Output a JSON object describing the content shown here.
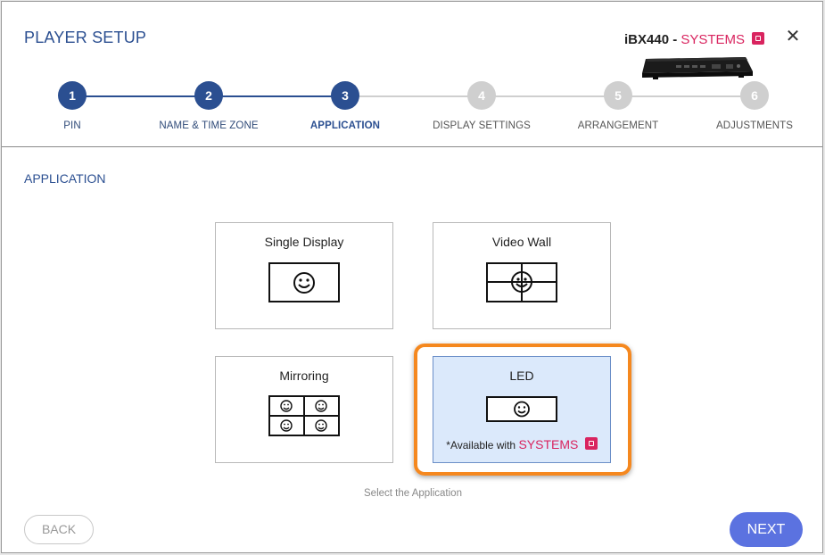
{
  "header": {
    "title": "PLAYER SETUP",
    "device_model": "iBX440 -",
    "device_brand": "SYSTEMS",
    "close_icon": "close-icon"
  },
  "steps": [
    {
      "number": "1",
      "label": "PIN",
      "state": "done"
    },
    {
      "number": "2",
      "label": "NAME & TIME ZONE",
      "state": "done"
    },
    {
      "number": "3",
      "label": "APPLICATION",
      "state": "active"
    },
    {
      "number": "4",
      "label": "DISPLAY SETTINGS",
      "state": "pending"
    },
    {
      "number": "5",
      "label": "ARRANGEMENT",
      "state": "pending"
    },
    {
      "number": "6",
      "label": "ADJUSTMENTS",
      "state": "pending"
    }
  ],
  "section": {
    "title": "APPLICATION"
  },
  "options": {
    "single": {
      "label": "Single Display"
    },
    "videowall": {
      "label": "Video Wall"
    },
    "mirroring": {
      "label": "Mirroring"
    },
    "led": {
      "label": "LED",
      "note_prefix": "*Available with",
      "note_brand": "SYSTEMS",
      "selected": true
    }
  },
  "hint": "Select the Application",
  "footer": {
    "back_label": "BACK",
    "next_label": "NEXT"
  },
  "colors": {
    "accent": "#2b4f91",
    "brand": "#d9245f",
    "next": "#5b72e0",
    "highlight": "#f5881f",
    "pending": "#cfcfcf"
  }
}
